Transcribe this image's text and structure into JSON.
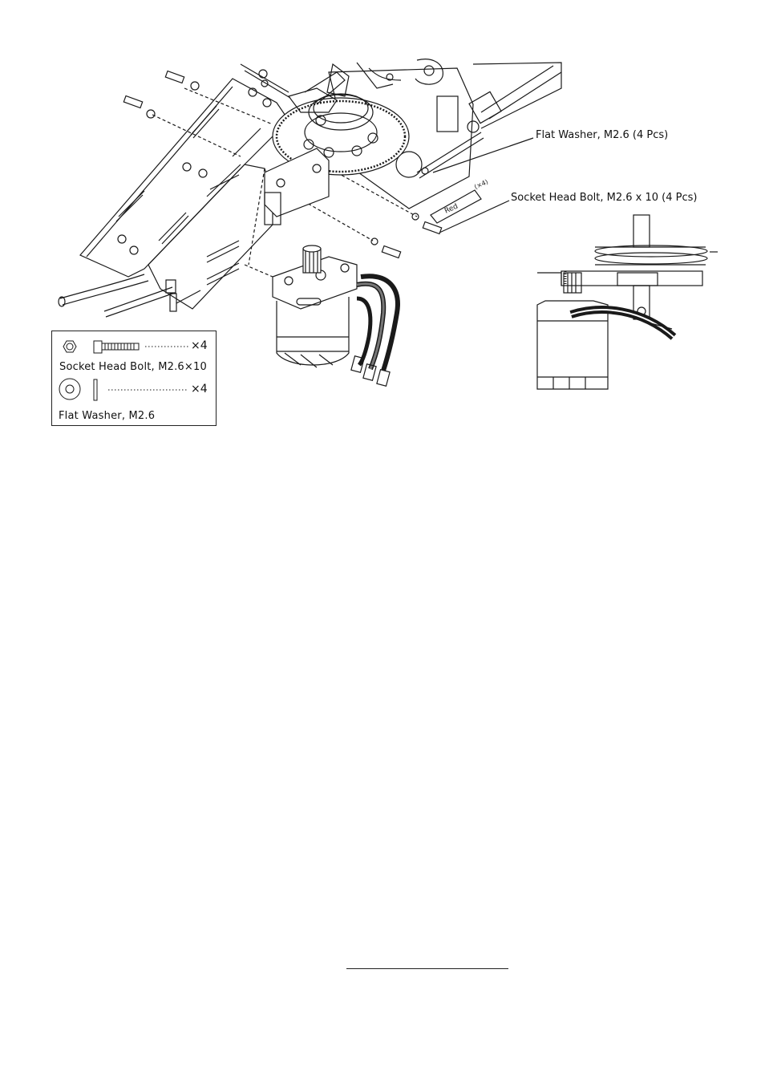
{
  "callouts": {
    "flat_washer": "Flat Washer, M2.6 (4 Pcs)",
    "socket_bolt": "Socket Head Bolt, M2.6 x 10 (4 Pcs)",
    "tag_color": "Red",
    "tag_count": "(×4)"
  },
  "legend": {
    "bolt_label": "Socket Head Bolt, M2.6×10",
    "bolt_count": "×4",
    "washer_label": "Flat Washer, M2.6",
    "washer_count": "×4"
  },
  "colors": {
    "line": "#1a1a1a",
    "background": "#ffffff"
  }
}
